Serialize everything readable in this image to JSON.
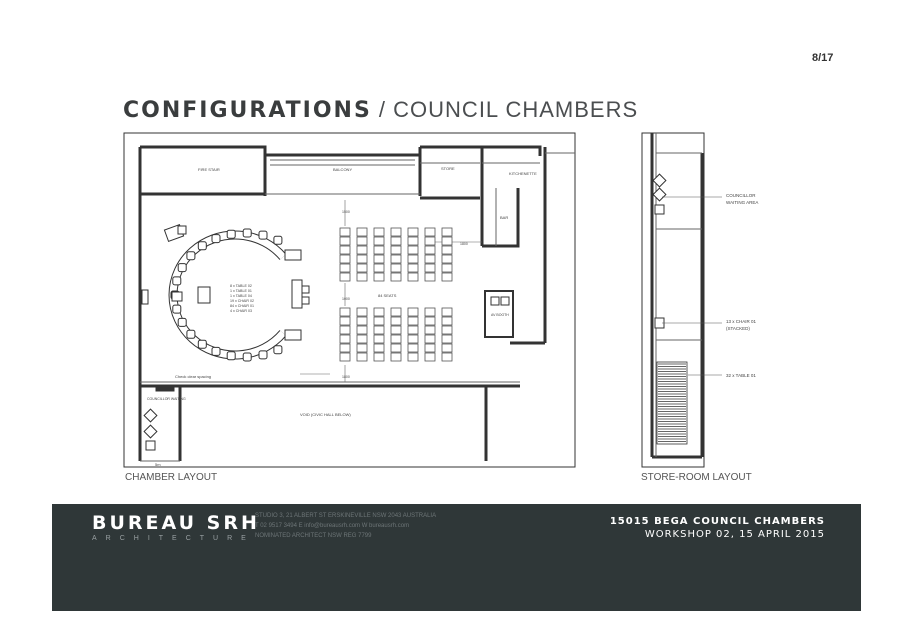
{
  "page_number": "8/17",
  "title": {
    "strong": "CONFIGURATIONS",
    "thin": " / COUNCIL CHAMBERS"
  },
  "chamber": {
    "caption": "CHAMBER LAYOUT",
    "rooms": {
      "fire_stair": "FIRE STAIR",
      "balcony": "BALCONY",
      "store": "STORE",
      "kitchenette": "KITCHENETTE",
      "bar": "BAR",
      "av_booth": "AV BOOTH",
      "councillor_waiting": "COUNCILLOR WAITING",
      "void": "VOID (CIVIC HALL BELOW)",
      "clear_spacing": "Check clear spacing"
    },
    "seats_label": "84 SEATS",
    "schedule": [
      "8 x TABLE 02",
      "1 x TABLE 01",
      "1 x TABLE 04",
      "19 x CHAIR 02",
      "84 x CHAIR 01",
      "4 x CHAIR 03"
    ],
    "dims": {
      "d1": "1500",
      "d2": "1800",
      "d3": "1000",
      "d4": "1800",
      "d5": "5m"
    }
  },
  "storeroom": {
    "caption": "STORE-ROOM LAYOUT",
    "notes": {
      "waiting1": "COUNCILLOR",
      "waiting2": "WAITING AREA",
      "chairs1": "13 x CHAIR 01",
      "chairs2": "(STACKED)",
      "tables": "32 x TABLE 01"
    }
  },
  "footer": {
    "brand": "BUREAU SRH",
    "brand_sub": "ARCHITECTURE",
    "contact": [
      "STUDIO 3, 21 ALBERT ST ERSKINEVILLE NSW 2043 AUSTRALIA",
      "T 02 9517 3494   E info@bureausrh.com   W bureausrh.com",
      "NOMINATED ARCHITECT   NSW REG 7799"
    ],
    "project_line1": "15015 BEGA COUNCIL CHAMBERS",
    "project_line2": "WORKSHOP 02, 15 APRIL 2015"
  },
  "colors": {
    "footer_bg": "#2f3738",
    "title": "#3a3d3e"
  }
}
